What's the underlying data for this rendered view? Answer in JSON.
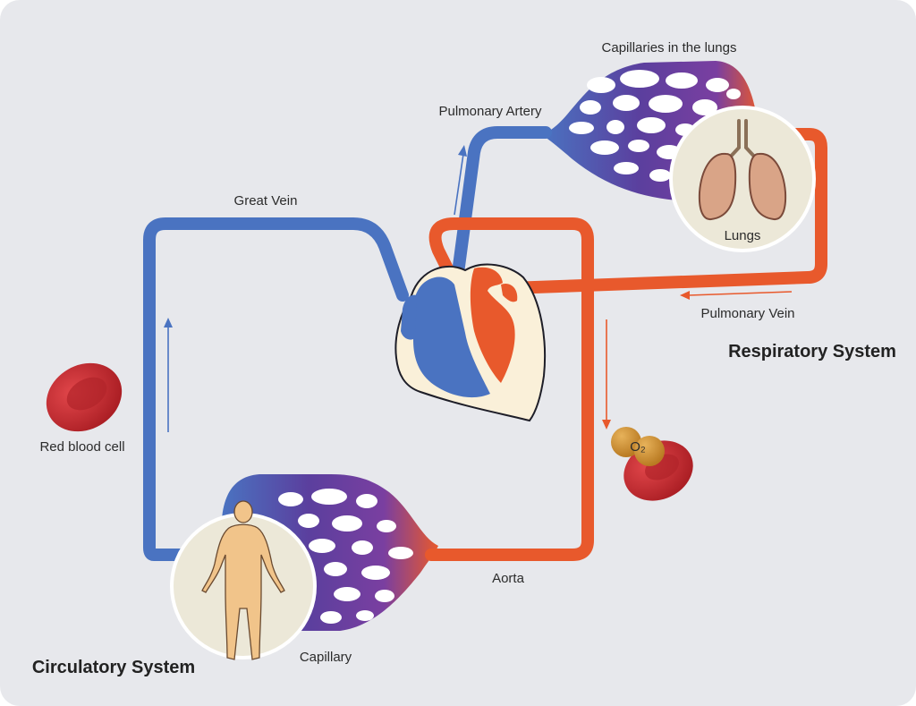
{
  "labels": {
    "capillaries_lungs": "Capillaries in the lungs",
    "pulmonary_artery": "Pulmonary Artery",
    "great_vein": "Great Vein",
    "lungs": "Lungs",
    "pulmonary_vein": "Pulmonary Vein",
    "respiratory_system": "Respiratory System",
    "red_blood_cell": "Red blood cell",
    "oxygen": "O₂",
    "aorta": "Aorta",
    "capillary": "Capillary",
    "circulatory_system": "Circulatory System"
  },
  "colors": {
    "background": "#e7e8ec",
    "venous_blue": "#4a73c1",
    "arterial_orange": "#e8592c",
    "capillary_purple": "#5b3f9e",
    "red_cell": "#c9282d",
    "oxygen_gold": "#c98a2e",
    "heart_cream": "#faf0d9",
    "badge_cream": "#ece8d8"
  },
  "icons": [
    "heart-icon",
    "lungs-icon",
    "human-body-icon",
    "red-blood-cell-icon",
    "oxygen-molecule-icon"
  ]
}
